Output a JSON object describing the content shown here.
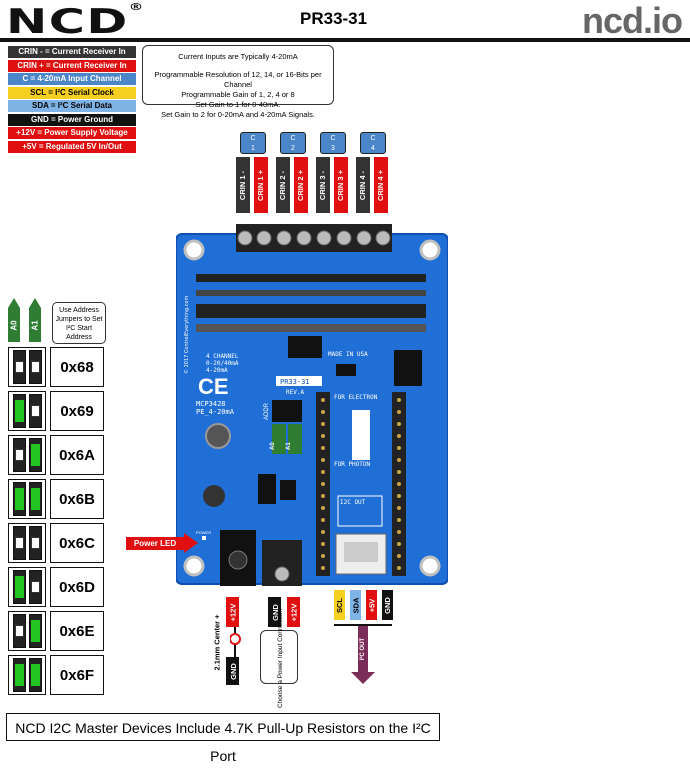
{
  "header": {
    "brand": "NCD",
    "title": "PR33-31",
    "site": "ncd.io"
  },
  "legend": [
    {
      "text": "CRIN - = Current Receiver In",
      "bg": "#333333",
      "fg": "#ffffff"
    },
    {
      "text": "CRIN + = Current Receiver In",
      "bg": "#e01010",
      "fg": "#ffffff"
    },
    {
      "text": "C = 4-20mA Input Channel",
      "bg": "#4a86c8",
      "fg": "#ffffff"
    },
    {
      "text": "SCL = I²C Serial Clock",
      "bg": "#f5d020",
      "fg": "#000000"
    },
    {
      "text": "SDA = I²C Serial Data",
      "bg": "#7fb2e5",
      "fg": "#000000"
    },
    {
      "text": "GND = Power Ground",
      "bg": "#111111",
      "fg": "#ffffff"
    },
    {
      "text": "+12V = Power Supply Voltage",
      "bg": "#e01010",
      "fg": "#ffffff"
    },
    {
      "text": "+5V = Regulated 5V In/Out",
      "bg": "#e01010",
      "fg": "#ffffff"
    }
  ],
  "note": [
    "Current Inputs are Typically 4-20mA",
    "",
    "Programmable Resolution of 12, 14, or 16-Bits per Channel",
    "Programmable Gain of 1, 2, 4 or 8",
    "Set Gain to 1 for 0-40mA.",
    "Set Gain to 2 for 0-20mA and 4-20mA Signals."
  ],
  "address_note": "Use Address Jumpers to Set I²C Start Address",
  "jumper_labels": [
    "A0",
    "A1"
  ],
  "addresses": [
    {
      "value": "0x68",
      "a0": false,
      "a1": false
    },
    {
      "value": "0x69",
      "a0": true,
      "a1": false
    },
    {
      "value": "0x6A",
      "a0": false,
      "a1": true
    },
    {
      "value": "0x6B",
      "a0": true,
      "a1": true
    },
    {
      "value": "0x6C",
      "a0": false,
      "a1": false
    },
    {
      "value": "0x6D",
      "a0": true,
      "a1": false
    },
    {
      "value": "0x6E",
      "a0": false,
      "a1": true
    },
    {
      "value": "0x6F",
      "a0": true,
      "a1": true
    }
  ],
  "channels": [
    {
      "label": "C\n1",
      "neg": "CRIN 1 -",
      "pos": "CRIN 1 +"
    },
    {
      "label": "C\n2",
      "neg": "CRIN 2 -",
      "pos": "CRIN 2 +"
    },
    {
      "label": "C\n3",
      "neg": "CRIN 3 -",
      "pos": "CRIN 3 +"
    },
    {
      "label": "C\n4",
      "neg": "CRIN 4 -",
      "pos": "CRIN 4 +"
    }
  ],
  "board": {
    "silk_left": "© 2017 ControlEverything.com",
    "text_4ch": "4 CHANNEL",
    "text_range": "0-20/40mA",
    "text_420": "4-20mA",
    "chip": "MCP3428",
    "pe": "PE_4-20mA",
    "made": "MADE IN USA",
    "model": "PR33-31",
    "rev": "REV.A",
    "for_electron": "FOR ELECTRON",
    "for_photon": "FOR PHOTON",
    "i2c_out": "I2C OUT",
    "addr": "ADDR",
    "a0": "A0",
    "a1": "A1",
    "power_silk": "POWER"
  },
  "power_led": "Power LED",
  "power_jack": {
    "plus": "+12V",
    "center": "2.1mm Center +",
    "gnd": "GND"
  },
  "power_terminal": {
    "gnd": "GND",
    "plus": "+12V",
    "choose": "Choose a Power Input Connection"
  },
  "i2c_pins": [
    {
      "label": "SCL",
      "bg": "#f5d020",
      "fg": "#000000"
    },
    {
      "label": "SDA",
      "bg": "#7fb2e5",
      "fg": "#000000"
    },
    {
      "label": "+5V",
      "bg": "#e01010",
      "fg": "#ffffff"
    },
    {
      "label": "GND",
      "bg": "#111111",
      "fg": "#ffffff"
    }
  ],
  "i2c_out": "I²C OUT",
  "footer": "NCD I2C Master Devices Include 4.7K Pull-Up Resistors on the I²C Port",
  "colors": {
    "board_blue": "#1f6fd6",
    "board_dark": "#0d4fae",
    "green": "#2e7d32"
  }
}
